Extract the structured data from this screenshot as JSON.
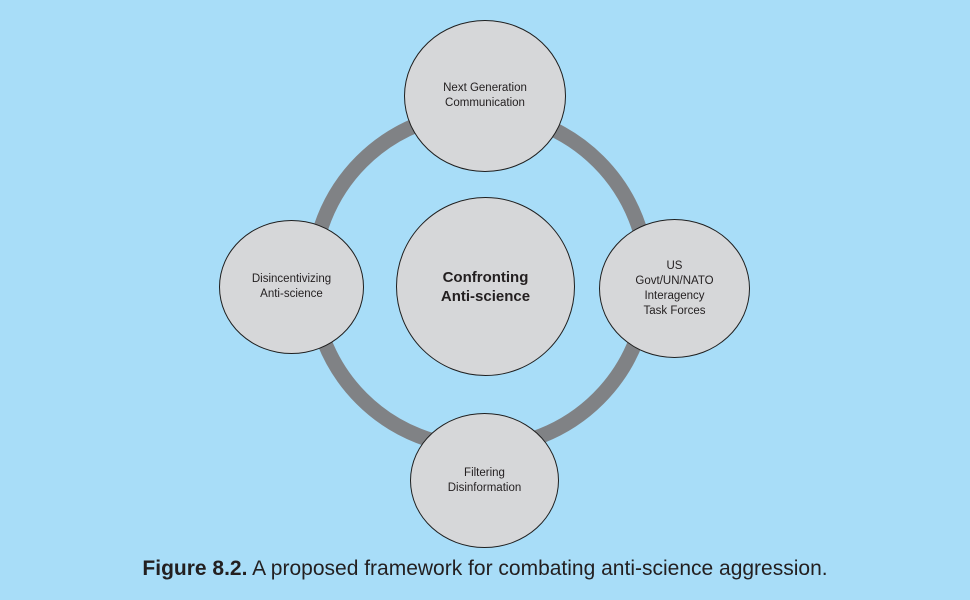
{
  "diagram": {
    "center": {
      "line1": "Confronting",
      "line2": "Anti-science"
    },
    "nodes": {
      "top": {
        "line1": "Next Generation",
        "line2": "Communication"
      },
      "right": {
        "line1": "US",
        "line2": "Govt/UN/NATO",
        "line3": "Interagency",
        "line4": "Task Forces"
      },
      "bottom": {
        "line1": "Filtering",
        "line2": "Disinformation"
      },
      "left": {
        "line1": "Disincentivizing",
        "line2": "Anti-science"
      }
    }
  },
  "caption": {
    "label": "Figure 8.2.",
    "text": "A proposed framework for combating anti-science aggression."
  },
  "colors": {
    "background": "#a8ddf8",
    "ring": "#808285",
    "node_fill": "#d6d7d9",
    "node_border": "#1f1f1f",
    "text": "#231f20"
  }
}
